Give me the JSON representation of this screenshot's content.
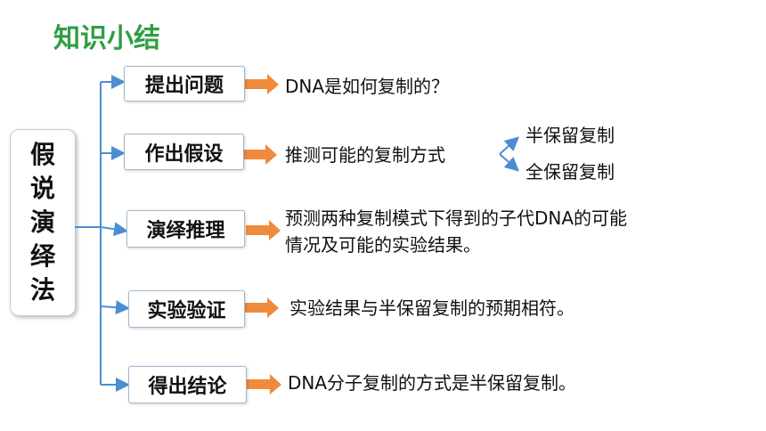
{
  "title": "知识小结",
  "method_chars": [
    "假",
    "说",
    "演",
    "绎",
    "法"
  ],
  "steps": [
    {
      "label": "提出问题",
      "text": "DNA是如何复制的？"
    },
    {
      "label": "作出假设",
      "text": "推测可能的复制方式",
      "options": [
        "半保留复制",
        "全保留复制"
      ]
    },
    {
      "label": "演绎推理",
      "text_lines": [
        "预测两种复制模式下得到的子代DNA的可能",
        "情况及可能的实验结果。"
      ]
    },
    {
      "label": "实验验证",
      "text": "实验结果与半保留复制的预期相符。"
    },
    {
      "label": "得出结论",
      "text": "DNA分子复制的方式是半保留复制。"
    }
  ],
  "colors": {
    "title": "#2e9e44",
    "connector": "#4a8ed1",
    "arrow": "#f08a3c"
  }
}
